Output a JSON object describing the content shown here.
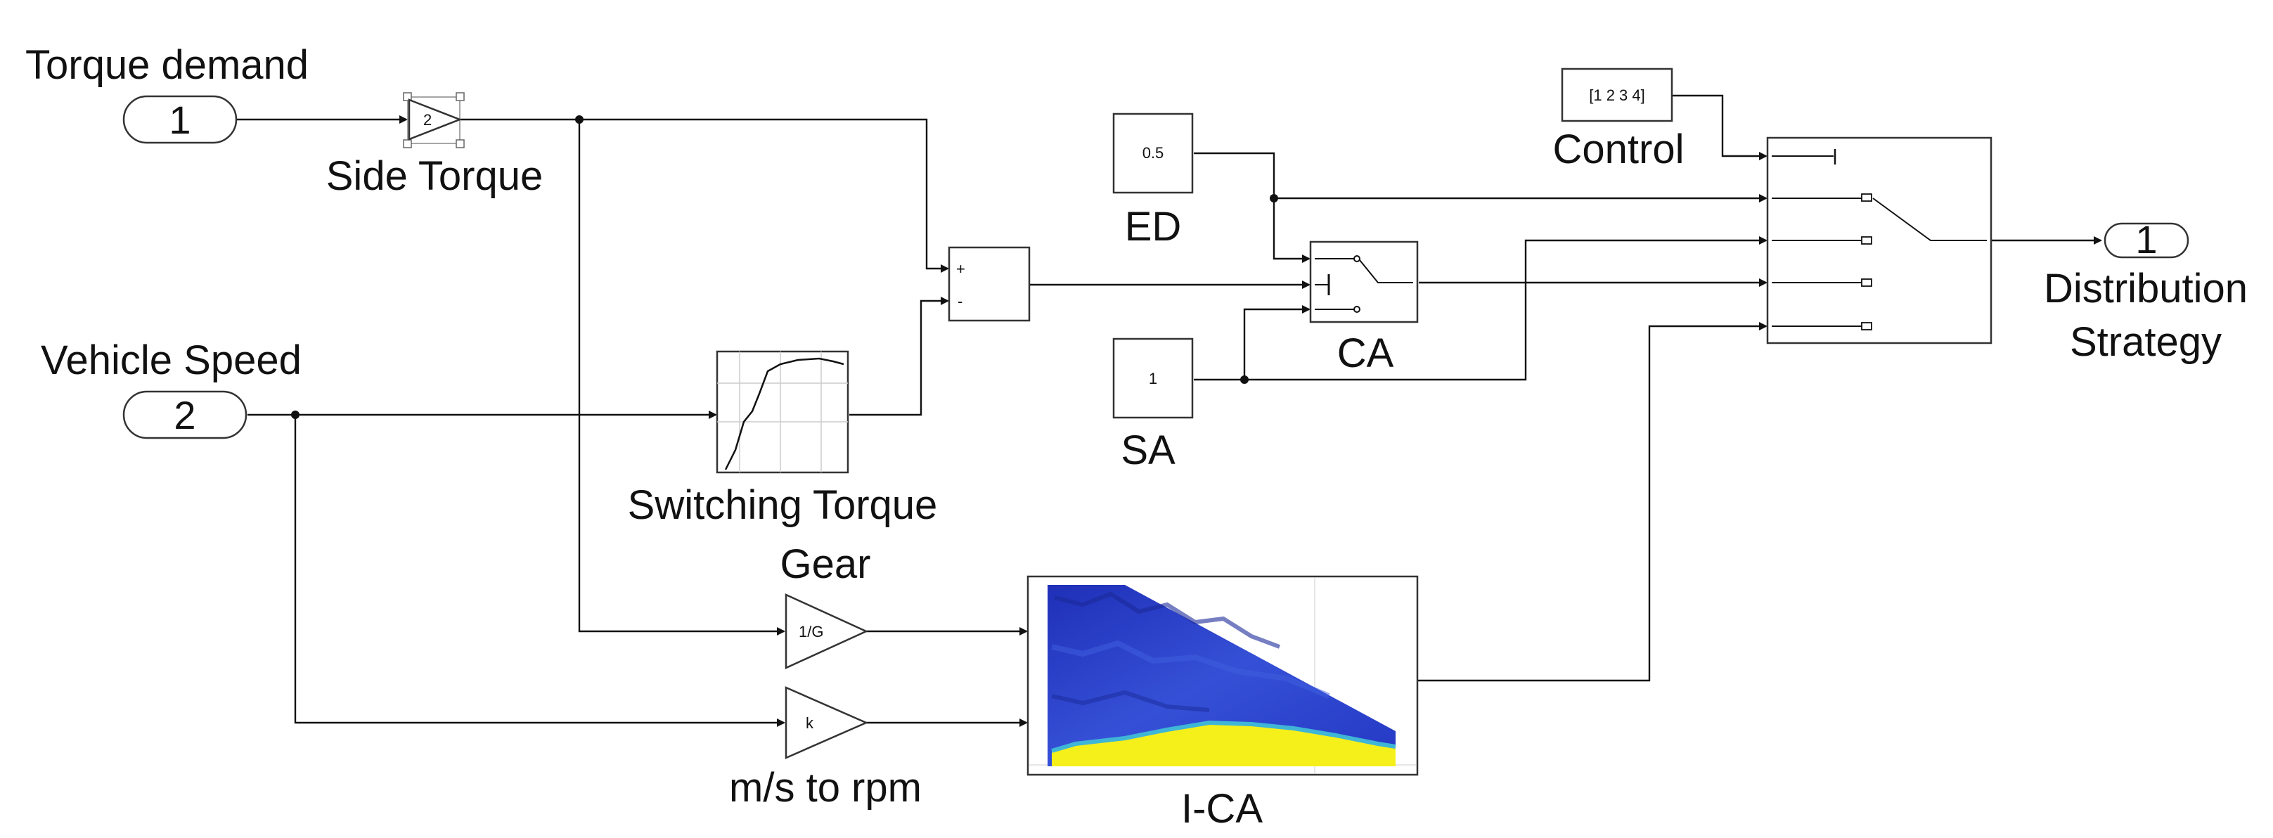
{
  "inports": [
    {
      "number": "1",
      "label": "Torque demand"
    },
    {
      "number": "2",
      "label": "Vehicle Speed"
    }
  ],
  "outport": {
    "number": "1",
    "label_line1": "Distribution",
    "label_line2": "Strategy"
  },
  "blocks": {
    "side_torque": {
      "label": "Side Torque",
      "gain": "2"
    },
    "switching_torque": {
      "label": "Switching Torque"
    },
    "sum": {
      "plus": "+",
      "minus": "-"
    },
    "ed": {
      "label": "ED",
      "value": "0.5"
    },
    "sa": {
      "label": "SA",
      "value": "1"
    },
    "ca": {
      "label": "CA"
    },
    "control": {
      "label": "Control",
      "value": "[1 2 3 4]"
    },
    "gear": {
      "label": "Gear",
      "gain": "1/G"
    },
    "ms_to_rpm": {
      "label": "m/s to rpm",
      "gain": "k"
    },
    "ica": {
      "label": "I-CA"
    }
  },
  "colors": {
    "wire": "#111111",
    "heatmap_blue": "#2a3fc8",
    "heatmap_yellow": "#f5ef1a"
  }
}
